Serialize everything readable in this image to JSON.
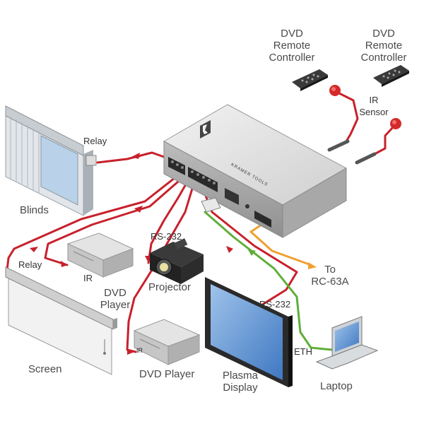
{
  "colors": {
    "relay_ir_cable": "#c8202c",
    "ethernet_cable": "#5fae3a",
    "rc63a_cable": "#f0a030",
    "device_body": "#d9d9d9",
    "label_text": "#4a4a4a"
  },
  "icons": [
    "dvd-remote-icon",
    "ir-sensor-icon",
    "kramer-controller-icon",
    "blinds-icon",
    "screen-icon",
    "dvd-player-icon",
    "projector-icon",
    "plasma-display-icon",
    "laptop-icon"
  ],
  "labels": {
    "dvd_remote_1": [
      "DVD",
      "Remote",
      "Controller"
    ],
    "dvd_remote_2": [
      "DVD",
      "Remote",
      "Controller"
    ],
    "ir_sensor": [
      "IR",
      "Sensor"
    ],
    "relay_blinds": "Relay",
    "blinds": "Blinds",
    "relay_screen": "Relay",
    "ir_dvd1": "IR",
    "dvd_player_1": [
      "DVD",
      "Player"
    ],
    "rs232_projector": "RS-232",
    "projector": "Projector",
    "to_rc63a": [
      "To",
      "RC-63A"
    ],
    "rs232_plasma": "RS-232",
    "screen": "Screen",
    "ir_dvd2": "IR",
    "dvd_player_2": "DVD Player",
    "plasma_display": [
      "Plasma",
      "Display"
    ],
    "eth": "ETH",
    "laptop": "Laptop",
    "device_brand": "KRAMER TOOLS"
  }
}
